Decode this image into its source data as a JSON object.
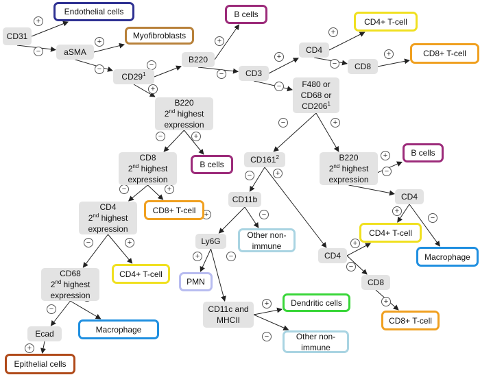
{
  "nodes": [
    {
      "id": "cd31",
      "kind": "marker",
      "lines": [
        "CD31"
      ]
    },
    {
      "id": "endo",
      "kind": "cell",
      "lines": [
        "Endothelial cells"
      ],
      "color": "#2e3192"
    },
    {
      "id": "asma",
      "kind": "marker",
      "lines": [
        "aSMA"
      ]
    },
    {
      "id": "myofib",
      "kind": "cell",
      "lines": [
        "Myofibroblasts"
      ],
      "color": "#b8813a"
    },
    {
      "id": "cd29",
      "kind": "marker",
      "lines": [
        "CD29"
      ],
      "sup": "1"
    },
    {
      "id": "b220a",
      "kind": "marker",
      "lines": [
        "B220"
      ]
    },
    {
      "id": "bcells1",
      "kind": "cell",
      "lines": [
        "B cells"
      ],
      "color": "#9c2b7a"
    },
    {
      "id": "cd3",
      "kind": "marker",
      "lines": [
        "CD3"
      ]
    },
    {
      "id": "cd4a",
      "kind": "marker",
      "lines": [
        "CD4"
      ]
    },
    {
      "id": "cd4tcell1",
      "kind": "cell",
      "lines": [
        "CD4+ T-cell"
      ],
      "color": "#f0e020"
    },
    {
      "id": "cd8a",
      "kind": "marker",
      "lines": [
        "CD8"
      ]
    },
    {
      "id": "cd8tcell1",
      "kind": "cell",
      "lines": [
        "CD8+ T-cell"
      ],
      "color": "#f0a020"
    },
    {
      "id": "f480",
      "kind": "marker",
      "lines": [
        "F480 or",
        "CD68 or",
        "CD206"
      ],
      "sup": "1"
    },
    {
      "id": "b220b",
      "kind": "marker",
      "lines": [
        "B220",
        "2nd highest",
        "expression"
      ]
    },
    {
      "id": "bcells2",
      "kind": "cell",
      "lines": [
        "B cells"
      ],
      "color": "#9c2b7a"
    },
    {
      "id": "cd8b",
      "kind": "marker",
      "lines": [
        "CD8",
        "2nd highest",
        "expression"
      ]
    },
    {
      "id": "cd8tcell2",
      "kind": "cell",
      "lines": [
        "CD8+ T-cell"
      ],
      "color": "#f0a020"
    },
    {
      "id": "cd4b",
      "kind": "marker",
      "lines": [
        "CD4",
        "2nd highest",
        "expression"
      ]
    },
    {
      "id": "cd4tcell2",
      "kind": "cell",
      "lines": [
        "CD4+ T-cell"
      ],
      "color": "#f0e020"
    },
    {
      "id": "cd68",
      "kind": "marker",
      "lines": [
        "CD68",
        "2nd highest",
        "expression"
      ]
    },
    {
      "id": "macro1",
      "kind": "cell",
      "lines": [
        "Macrophage"
      ],
      "color": "#1f8fe0"
    },
    {
      "id": "ecad",
      "kind": "marker",
      "lines": [
        "Ecad"
      ]
    },
    {
      "id": "epi",
      "kind": "cell",
      "lines": [
        "Epithelial cells"
      ],
      "color": "#b04a1a"
    },
    {
      "id": "cd161",
      "kind": "marker",
      "lines": [
        "CD161"
      ],
      "sup": "2"
    },
    {
      "id": "cd11b",
      "kind": "marker",
      "lines": [
        "CD11b"
      ]
    },
    {
      "id": "other1",
      "kind": "cell",
      "lines": [
        "Other non-",
        "immune"
      ],
      "color": "#a9d4e2"
    },
    {
      "id": "ly6g",
      "kind": "marker",
      "lines": [
        "Ly6G"
      ]
    },
    {
      "id": "pmn",
      "kind": "cell",
      "lines": [
        "PMN"
      ],
      "color": "#b8bcf0"
    },
    {
      "id": "cd11c",
      "kind": "marker",
      "lines": [
        "CD11c and",
        "MHCII"
      ]
    },
    {
      "id": "dc",
      "kind": "cell",
      "lines": [
        "Dendritic cells"
      ],
      "color": "#39d639"
    },
    {
      "id": "other2",
      "kind": "cell",
      "lines": [
        "Other non-",
        "immune"
      ],
      "color": "#a9d4e2"
    },
    {
      "id": "b220c",
      "kind": "marker",
      "lines": [
        "B220",
        "2nd highest",
        "expression"
      ]
    },
    {
      "id": "bcells3",
      "kind": "cell",
      "lines": [
        "B cells"
      ],
      "color": "#9c2b7a"
    },
    {
      "id": "cd4c",
      "kind": "marker",
      "lines": [
        "CD4"
      ]
    },
    {
      "id": "cd4tcell3",
      "kind": "cell",
      "lines": [
        "CD4+ T-cell"
      ],
      "color": "#f0e020"
    },
    {
      "id": "macro2",
      "kind": "cell",
      "lines": [
        "Macrophage"
      ],
      "color": "#1f8fe0"
    },
    {
      "id": "cd4d",
      "kind": "marker",
      "lines": [
        "CD4"
      ]
    },
    {
      "id": "cd8c",
      "kind": "marker",
      "lines": [
        "CD8"
      ]
    },
    {
      "id": "cd8tcell3",
      "kind": "cell",
      "lines": [
        "CD8+ T-cell"
      ],
      "color": "#f0a020"
    }
  ],
  "edges": [
    {
      "from": "cd31",
      "to": "endo",
      "sign": "+"
    },
    {
      "from": "cd31",
      "to": "asma",
      "sign": "−"
    },
    {
      "from": "asma",
      "to": "myofib",
      "sign": "+"
    },
    {
      "from": "asma",
      "to": "cd29",
      "sign": "−"
    },
    {
      "from": "cd29",
      "to": "b220a",
      "sign": "−"
    },
    {
      "from": "cd29",
      "to": "b220b",
      "sign": "+"
    },
    {
      "from": "b220a",
      "to": "bcells1",
      "sign": "+"
    },
    {
      "from": "b220a",
      "to": "cd3",
      "sign": "−"
    },
    {
      "from": "cd3",
      "to": "cd4a",
      "sign": "+"
    },
    {
      "from": "cd3",
      "to": "f480",
      "sign": "−"
    },
    {
      "from": "cd4a",
      "to": "cd4tcell1",
      "sign": "+"
    },
    {
      "from": "cd4a",
      "to": "cd8a",
      "sign": "−"
    },
    {
      "from": "cd8a",
      "to": "cd8tcell1",
      "sign": "+"
    },
    {
      "from": "f480",
      "to": "cd161",
      "sign": "−"
    },
    {
      "from": "f480",
      "to": "b220c",
      "sign": "+"
    },
    {
      "from": "b220b",
      "to": "cd8b",
      "sign": "−"
    },
    {
      "from": "b220b",
      "to": "bcells2",
      "sign": "+"
    },
    {
      "from": "cd8b",
      "to": "cd4b",
      "sign": "−"
    },
    {
      "from": "cd8b",
      "to": "cd8tcell2",
      "sign": "+"
    },
    {
      "from": "cd4b",
      "to": "cd68",
      "sign": "−"
    },
    {
      "from": "cd4b",
      "to": "cd4tcell2",
      "sign": "+"
    },
    {
      "from": "cd68",
      "to": "ecad",
      "sign": "−"
    },
    {
      "from": "cd68",
      "to": "macro1",
      "sign": "+"
    },
    {
      "from": "ecad",
      "to": "epi",
      "sign": "+"
    },
    {
      "from": "cd161",
      "to": "cd11b",
      "sign": "−"
    },
    {
      "from": "cd161",
      "to": "cd4d",
      "sign": "+"
    },
    {
      "from": "cd11b",
      "to": "ly6g",
      "sign": "+"
    },
    {
      "from": "cd11b",
      "to": "other1",
      "sign": "−"
    },
    {
      "from": "ly6g",
      "to": "pmn",
      "sign": "+"
    },
    {
      "from": "ly6g",
      "to": "cd11c",
      "sign": "−"
    },
    {
      "from": "cd11c",
      "to": "dc",
      "sign": "+"
    },
    {
      "from": "cd11c",
      "to": "other2",
      "sign": "−"
    },
    {
      "from": "b220c",
      "to": "bcells3",
      "sign": "+"
    },
    {
      "from": "b220c",
      "to": "cd4c",
      "sign": "−"
    },
    {
      "from": "cd4c",
      "to": "cd4tcell3",
      "sign": "+"
    },
    {
      "from": "cd4c",
      "to": "macro2",
      "sign": "−"
    },
    {
      "from": "cd4d",
      "to": "cd4tcell3",
      "sign": "+"
    },
    {
      "from": "cd4d",
      "to": "cd8c",
      "sign": "−"
    },
    {
      "from": "cd8c",
      "to": "cd8tcell3",
      "sign": "+"
    }
  ]
}
